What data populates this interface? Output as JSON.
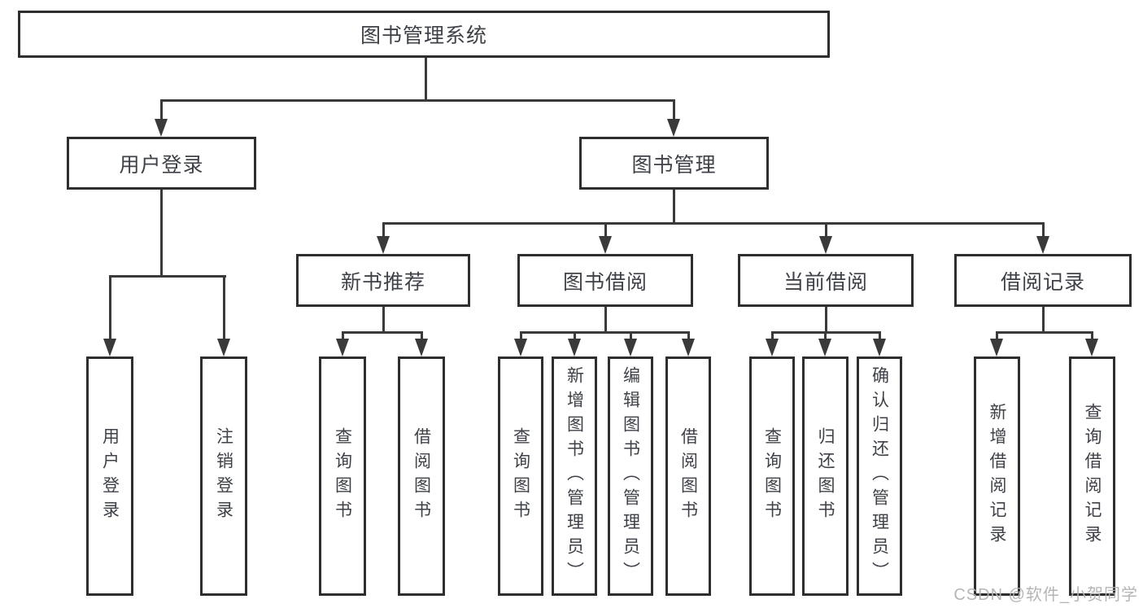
{
  "diagram": {
    "root": {
      "label": "图书管理系统",
      "children": [
        {
          "label": "用户登录",
          "children": [
            {
              "label": "用户登录"
            },
            {
              "label": "注销登录"
            }
          ]
        },
        {
          "label": "图书管理",
          "children": [
            {
              "label": "新书推荐",
              "children": [
                {
                  "label": "查询图书"
                },
                {
                  "label": "借阅图书"
                }
              ]
            },
            {
              "label": "图书借阅",
              "children": [
                {
                  "label": "查询图书"
                },
                {
                  "label": "新增图书（管理员）"
                },
                {
                  "label": "编辑图书（管理员）"
                },
                {
                  "label": "借阅图书"
                }
              ]
            },
            {
              "label": "当前借阅",
              "children": [
                {
                  "label": "查询图书"
                },
                {
                  "label": "归还图书"
                },
                {
                  "label": "确认归还（管理员）"
                }
              ]
            },
            {
              "label": "借阅记录",
              "children": [
                {
                  "label": "新增借阅记录"
                },
                {
                  "label": "查询借阅记录"
                }
              ]
            }
          ]
        }
      ]
    }
  },
  "watermark": {
    "text": "CSDN @软件_小贺同学"
  },
  "colors": {
    "line": "#3a3a3a",
    "box-border": "#2e2e2e",
    "box-fill": "#ffffff",
    "text": "#3e4147",
    "watermark": "#b2b2b2"
  }
}
